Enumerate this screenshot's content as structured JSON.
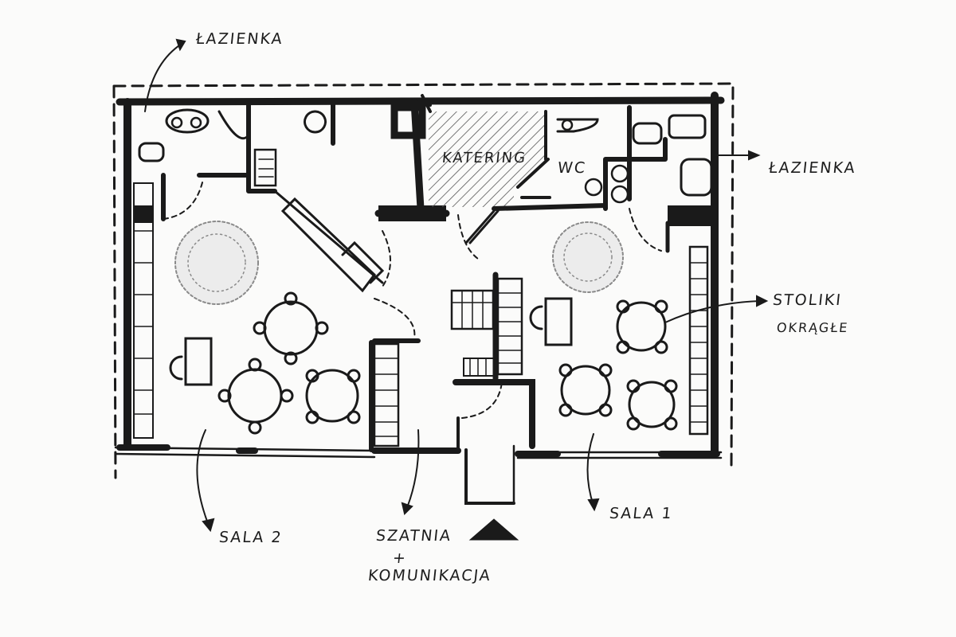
{
  "title": "Floor plan sketch",
  "labels": {
    "bathroom_top": "ŁAZIENKA",
    "bathroom_right": "ŁAZIENKA",
    "catering": "KATERING",
    "wc": "WC",
    "round_tables_1": "STOLIKI",
    "round_tables_2": "OKRĄGŁE",
    "hall_1": "SALA 1",
    "hall_2": "SALA 2",
    "cloakroom_1": "SZATNIA",
    "plus": "+",
    "cloakroom_2": "KOMUNIKACJA"
  },
  "colors": {
    "ink": "#1a1a1a",
    "paper": "#fbfbfa",
    "hatch": "#555555",
    "plant": "#8a8a8a"
  }
}
